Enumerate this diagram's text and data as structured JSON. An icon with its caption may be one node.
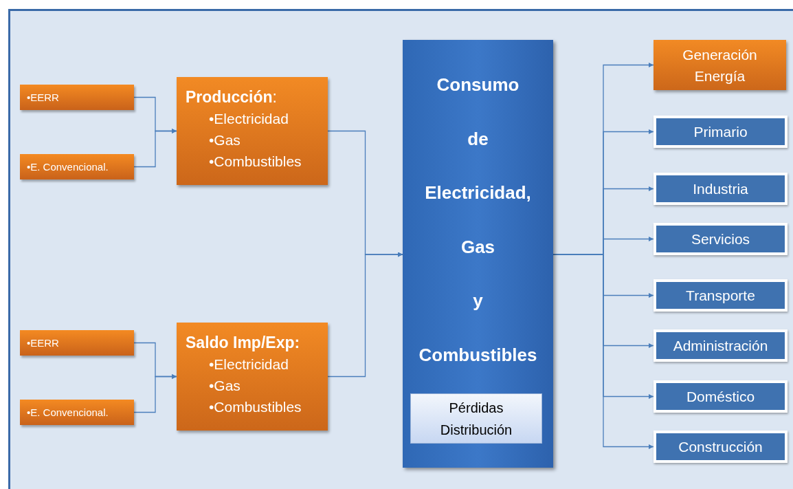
{
  "diagram": {
    "nodes": [
      {
        "text": [
          "•EERR"
        ]
      },
      {
        "text": [
          "•E. Convencional."
        ]
      },
      {
        "text": [
          "**Producción**:",
          "•Electricidad",
          "•Gas",
          "•Combustibles"
        ]
      },
      {
        "text": [
          "•EERR"
        ]
      },
      {
        "text": [
          "•E. Convencional."
        ]
      },
      {
        "text": [
          "Saldo Imp/Exp:",
          "•Electricidad",
          "•Gas",
          "•Combustibles"
        ]
      },
      {
        "text": [
          "Consumo de Electricidad, Gas y Combustibles"
        ]
      },
      {
        "text": [
          "Pérdidas Distribución"
        ],
        "in": 6
      },
      {
        "text": [
          "Generación Energía"
        ]
      },
      {
        "text": [
          "Primario"
        ]
      },
      {
        "text": [
          "Industria"
        ]
      },
      {
        "text": [
          "Servicios"
        ]
      },
      {
        "text": [
          "Transporte"
        ]
      },
      {
        "text": [
          "Administración"
        ]
      },
      {
        "text": [
          "Doméstico"
        ]
      },
      {
        "text": [
          "Construcción"
        ]
      }
    ],
    "edges": [
      {
        "from": 0,
        "to": 2,
        "arrow": "to"
      },
      {
        "from": 1,
        "to": 2,
        "arrow": "to"
      },
      {
        "from": 3,
        "to": 5,
        "arrow": "to"
      },
      {
        "from": 4,
        "to": 5,
        "arrow": "to"
      },
      {
        "from": 2,
        "to": 6,
        "arrow": "to"
      },
      {
        "from": 5,
        "to": 6,
        "arrow": "to"
      },
      {
        "from": 6,
        "to": 8,
        "arrow": "to"
      },
      {
        "from": 6,
        "to": 9,
        "arrow": "to"
      },
      {
        "from": 6,
        "to": 10,
        "arrow": "to"
      },
      {
        "from": 6,
        "to": 11,
        "arrow": "to"
      },
      {
        "from": 6,
        "to": 12,
        "arrow": "to"
      },
      {
        "from": 6,
        "to": 13,
        "arrow": "to"
      },
      {
        "from": 6,
        "to": 14,
        "arrow": "to"
      },
      {
        "from": 6,
        "to": 15,
        "arrow": "to"
      }
    ]
  }
}
